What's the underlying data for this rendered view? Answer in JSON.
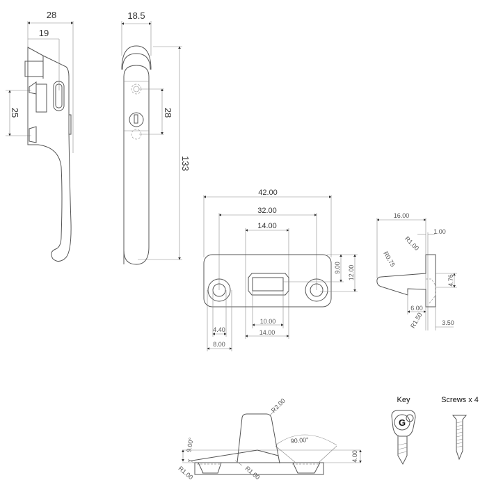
{
  "handle_side_view": {
    "width_overall": "28",
    "width_to_slot": "19",
    "screw_spacing": "25"
  },
  "handle_front_view": {
    "width": "18.5",
    "screw_spacing": "28",
    "length": "133"
  },
  "keeper_front_view": {
    "overall_length": "42.00",
    "hole_spacing": "32.00",
    "slot_outer_top": "14.00",
    "slot_depth": "9.00",
    "height": "12.00",
    "slot_inner": "10.00",
    "slot_outer_bottom": "14.00",
    "hole_inner_dia": "4.40",
    "hole_outer_dia": "8.00"
  },
  "keeper_side_view": {
    "length": "16.00",
    "wall": "1.00",
    "radius_top": "R1.00",
    "radius_tip": "R0.75",
    "height": "4.76",
    "step": "6.00",
    "radius_bottom": "R1.50",
    "base": "3.50"
  },
  "keeper_section_view": {
    "angle": "9.00°",
    "radius_top": "R2.00",
    "countersink_angle": "90.00°",
    "thickness": "4.00",
    "radius_left": "R1.00",
    "radius_mid": "R1.00"
  },
  "accessories": {
    "key_label": "Key",
    "screws_label": "Screws x 4",
    "key_logo": "G"
  }
}
